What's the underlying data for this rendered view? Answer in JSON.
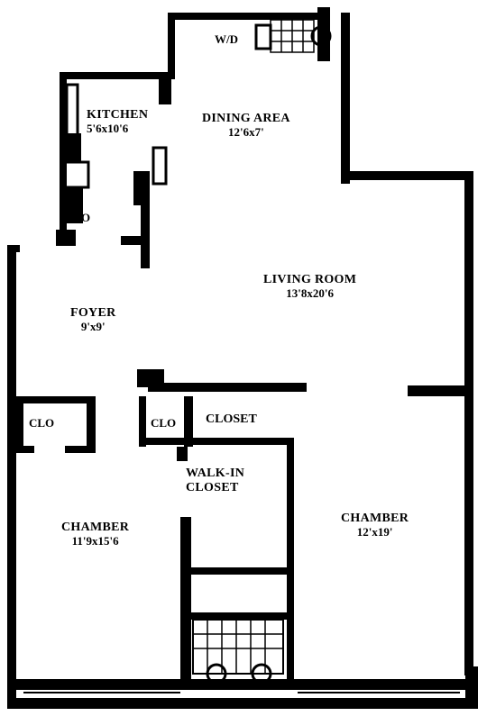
{
  "rooms": {
    "kitchen": {
      "name": "KITCHEN",
      "dim": "5'6x10'6"
    },
    "dining": {
      "name": "DINING AREA",
      "dim": "12'6x7'"
    },
    "living": {
      "name": "LIVING ROOM",
      "dim": "13'8x20'6"
    },
    "foyer": {
      "name": "FOYER",
      "dim": "9'x9'"
    },
    "chamber_left": {
      "name": "CHAMBER",
      "dim": "11'9x15'6"
    },
    "chamber_right": {
      "name": "CHAMBER",
      "dim": "12'x19'"
    },
    "walkin": {
      "name_line1": "WALK-IN",
      "name_line2": "CLOSET"
    }
  },
  "labels": {
    "wd": "W/D",
    "clo_kitchen": "CLO",
    "clo_left": "CLO",
    "clo_mid": "CLO",
    "closet": "CLOSET"
  },
  "colors": {
    "wall": "#000000",
    "background": "#ffffff"
  }
}
